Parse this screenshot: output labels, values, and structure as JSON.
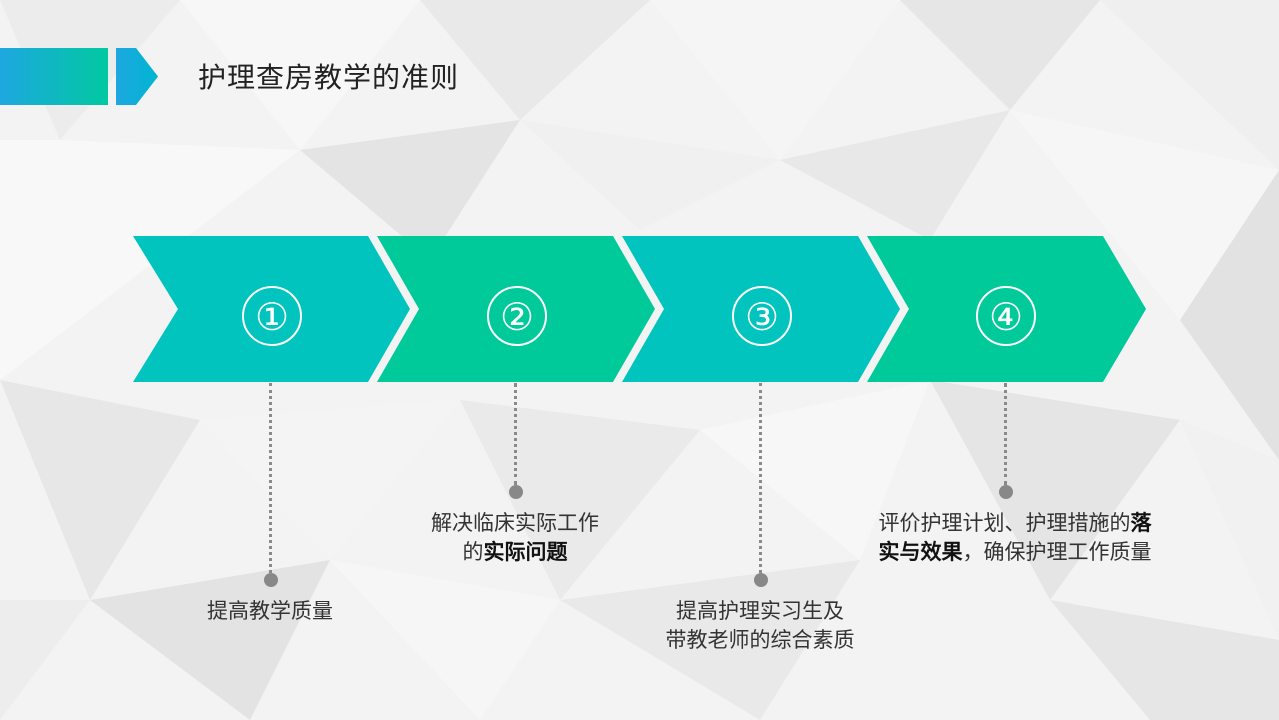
{
  "title": "护理查房教学的准则",
  "colors": {
    "teal": "#00c4bd",
    "green": "#00c99a",
    "header_blue": "#1ea7e0"
  },
  "steps": [
    {
      "number": "①"
    },
    {
      "number": "②"
    },
    {
      "number": "③"
    },
    {
      "number": "④"
    }
  ],
  "notes": {
    "n1": {
      "line1": "提高教学质量"
    },
    "n2": {
      "line1": "解决临床实际工作",
      "line2_pre": "的",
      "line2_bold": "实际问题"
    },
    "n3": {
      "line1": "提高护理实习生及",
      "line2": "带教老师的综合素质"
    },
    "n4": {
      "line1_pre": "评价护理计划、护理措施的",
      "line1_bold": "落",
      "line2_bold": "实与效果",
      "line2_post": "，确保护理工作质量"
    }
  }
}
